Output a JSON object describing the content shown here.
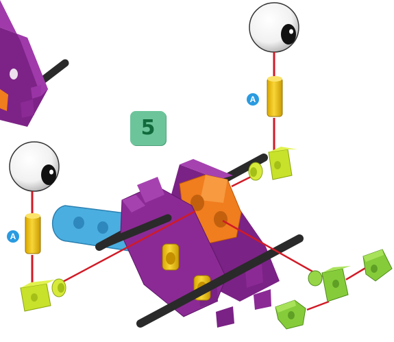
{
  "step": {
    "number": "5"
  },
  "callouts": {
    "a_right": "A",
    "a_left": "A"
  },
  "colors": {
    "purple_plate": "#8b2a95",
    "orange_hub": "#f07d1e",
    "blue_arm": "#4aaee0",
    "yellow_peg": "#f2c410",
    "lime_connector": "#c8e12a",
    "green_connector": "#86cc3a",
    "axle": "#2a2a2a",
    "guide_line": "#d11a26",
    "step_badge": "#6cc59a"
  }
}
